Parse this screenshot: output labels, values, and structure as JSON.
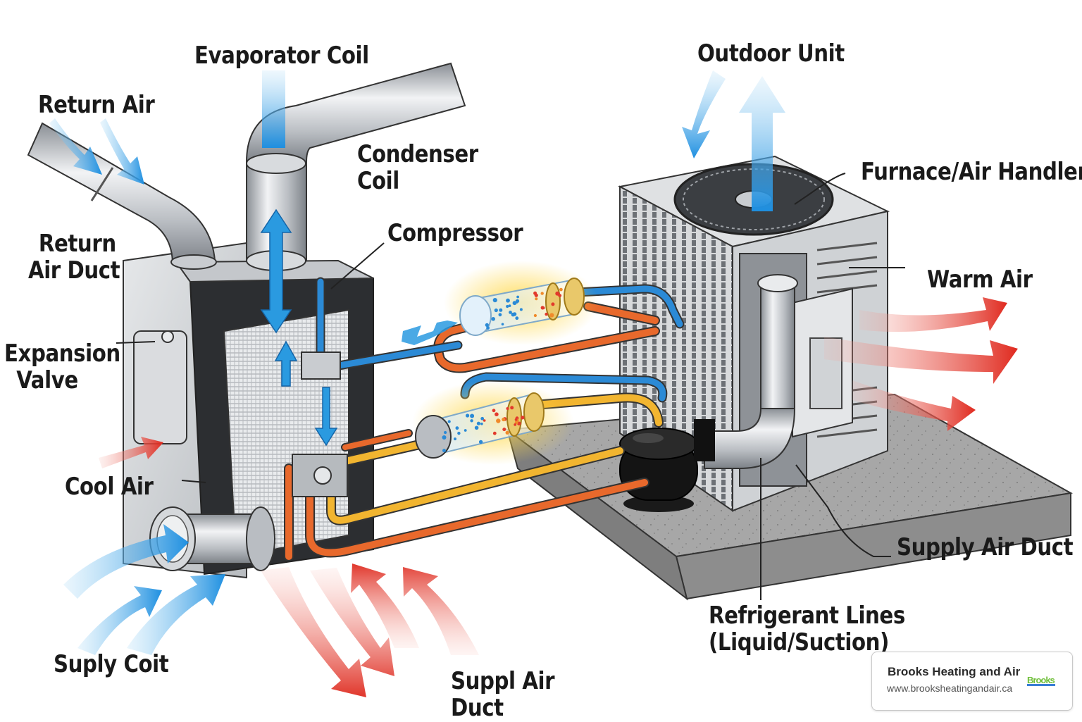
{
  "labels": {
    "evaporator_coil": "Evaporator Coil",
    "return_air": "Return Air",
    "condenser_coil_1": "Condenser",
    "condenser_coil_2": "Coil",
    "compressor": "Compressor",
    "return_air_duct_1": "Return",
    "return_air_duct_2": "Air Duct",
    "expansion_valve_1": "Expansion",
    "expansion_valve_2": "Valve",
    "cool_air": "Cool  Air",
    "suply_coit": "Suply Coit",
    "suppl_air_duct_1": "Suppl Air",
    "suppl_air_duct_2": "Duct",
    "outdoor_unit": "Outdoor Unit",
    "furnace_air_handler": "Furnace/Air Handler",
    "warm_air": "Warm Air",
    "supply_air_duct": "Supply Air Duct",
    "refrigerant_lines_1": "Refrigerant Lines",
    "refrigerant_lines_2": "(Liquid/Suction)"
  },
  "badge": {
    "name": "Brooks Heating and Air",
    "url": "www.brooksheatingandair.ca",
    "logo_text": "Brooks"
  },
  "colors": {
    "cool_arrow": "#2a9ae0",
    "warm_arrow": "#e23a2c",
    "liquid_line": "#e8692c",
    "suction_line": "#f2b530",
    "cold_line": "#2b8ad6",
    "metal": "#c9ccd0",
    "pad": "#9b9b9b"
  }
}
